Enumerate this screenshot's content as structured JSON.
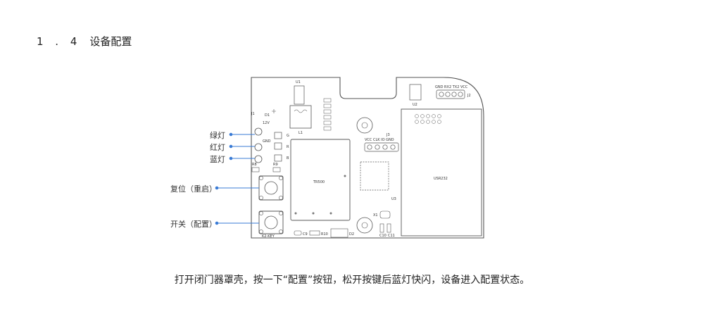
{
  "section": {
    "number": "1 . 4",
    "title": "设备配置"
  },
  "callouts": {
    "green_light": "绿灯",
    "red_light": "红灯",
    "blue_light": "蓝灯",
    "reset": "复位（重启）",
    "config": "开关（配置）"
  },
  "pcb": {
    "u1": "U1",
    "u2": "U2",
    "u3": "U3",
    "j1": "J1",
    "j2": "J2",
    "j3": "J3",
    "l1": "L1",
    "d1": "D1",
    "d2": "D2",
    "x1": "X1",
    "tr500": "TR500",
    "usr232": "USR232",
    "k2key": "K2-KEY",
    "v12": "12V",
    "gnd": "GND",
    "g": "G",
    "r": "R",
    "b": "B",
    "j3_pins": "VCC CLK IO GND",
    "j2_pins": "GND RX2 TX2 VCC",
    "c9": "C9",
    "r10": "R10",
    "c10": "C10",
    "c11": "C11",
    "r8": "R8",
    "r9": "R9"
  },
  "caption": "打开闭门器罩壳，按一下“配置”按钮，松开按键后蓝灯快闪，设备进入配置状态。",
  "colors": {
    "callout_line": "#3a7bd5",
    "pcb_stroke": "#555555"
  }
}
